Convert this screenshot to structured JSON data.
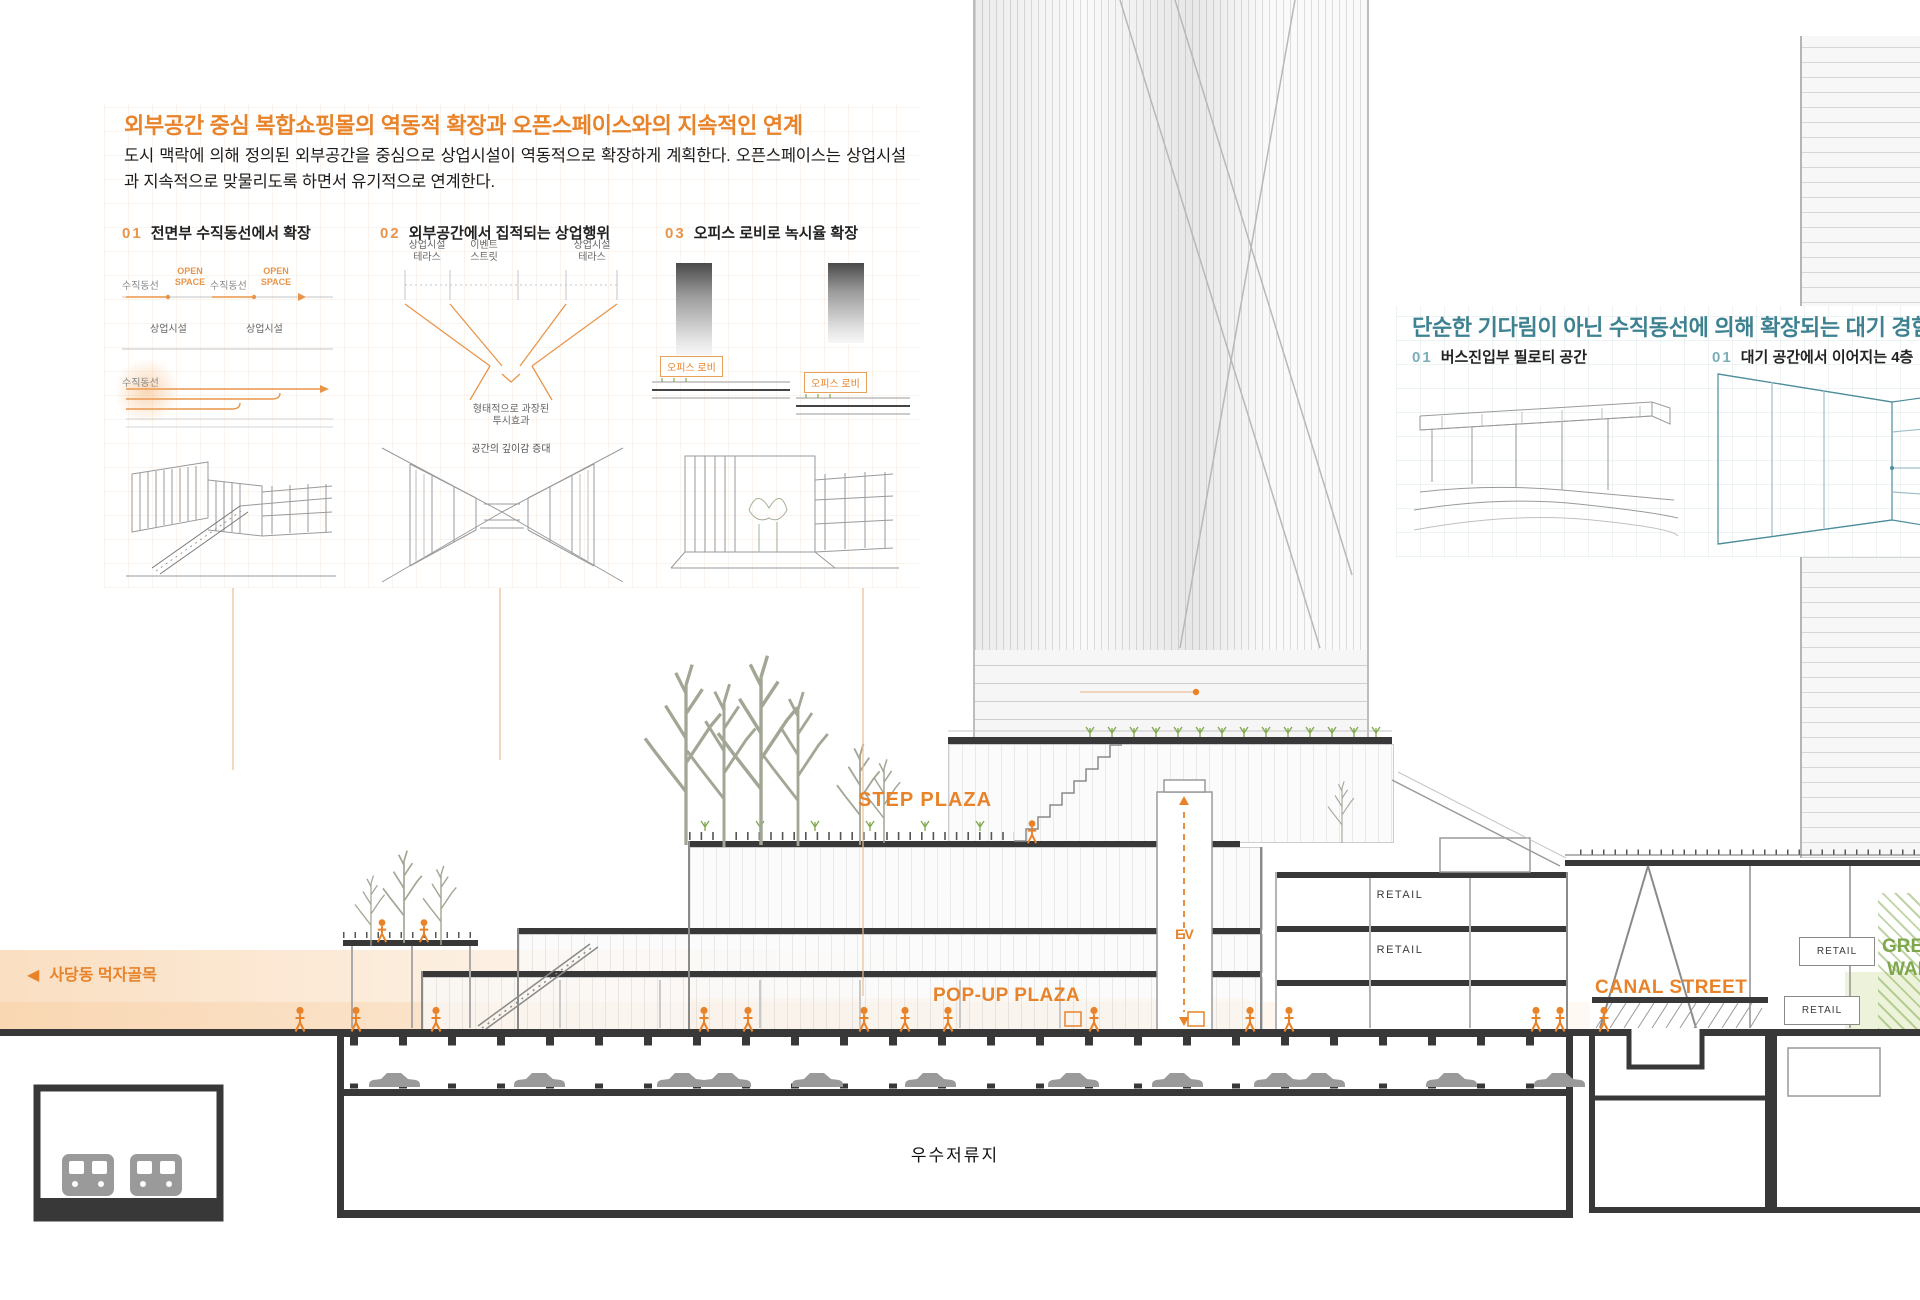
{
  "colors": {
    "accent_orange": "#E8832A",
    "accent_teal": "#3E8291",
    "accent_green": "#7FA84C"
  },
  "left_panel": {
    "title": "외부공간 중심 복합쇼핑몰의 역동적 확장과 오픈스페이스와의 지속적인 연계",
    "body": "도시 맥락에 의해 정의된 외부공간을 중심으로 상업시설이 역동적으로 확장하게 계획한다. 오픈스페이스는 상업시설과 지속적으로 맞물리도록 하면서 유기적으로 연계한다.",
    "items": [
      {
        "num": "01",
        "label": "전면부 수직동선에서 확장"
      },
      {
        "num": "02",
        "label": "외부공간에서 집적되는 상업행위"
      },
      {
        "num": "03",
        "label": "오피스 로비로 녹시율 확장"
      }
    ],
    "diagram_expand": {
      "vertical_circulation": "수직동선",
      "open_space": "OPEN\nSPACE",
      "commercial": "상업시설"
    },
    "diagram_street": {
      "terrace": "상업시설\n테라스",
      "event_street": "이벤트\n스트릿",
      "exaggerated": "형태적으로 과장된\n투시효과",
      "depth": "공간의 깊이감 증대"
    },
    "diagram_lobby": {
      "office_lobby": "오피스 로비"
    }
  },
  "right_panel": {
    "title": "단순한 기다림이 아닌 수직동선에 의해 확장되는 대기 경험",
    "items": [
      {
        "num": "01",
        "label": "버스진입부 필로티 공간"
      },
      {
        "num": "01",
        "label": "대기 공간에서 이어지는 4층"
      }
    ]
  },
  "section": {
    "step_plaza": "STEP PLAZA",
    "ev": "EV",
    "retail": "RETAIL",
    "pop_up_plaza": "POP-UP PLAZA",
    "canal_street": "CANAL STREET",
    "green_walk_line1": "GREEN",
    "green_walk_line2": "WALK",
    "alley_arrow": "◀",
    "alley": "사당동 먹자골목",
    "stormwater_basin": "우수저류지"
  }
}
